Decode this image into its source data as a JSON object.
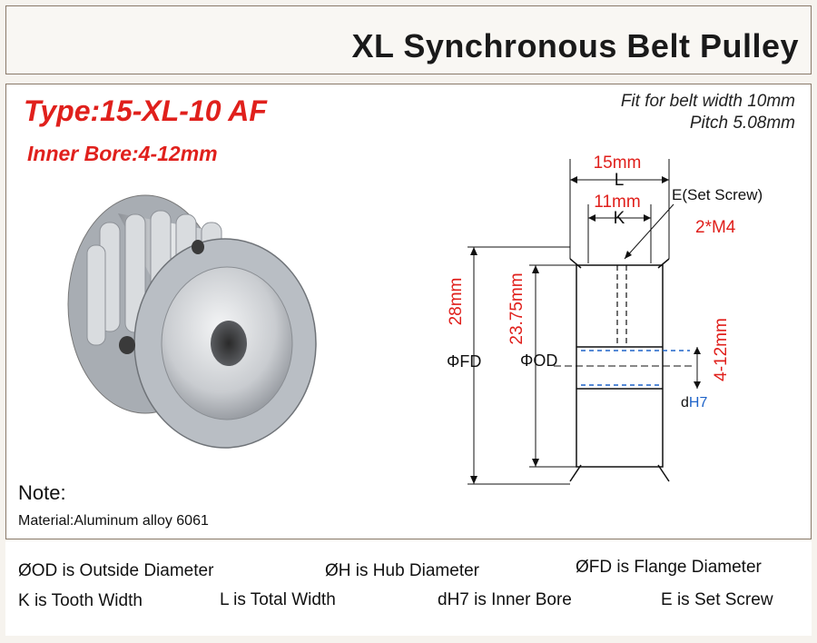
{
  "title": "XL Synchronous Belt Pulley",
  "type_label": "Type:15-XL-10 AF",
  "bore_label": "Inner Bore:4-12mm",
  "fit": {
    "belt_width": "Fit for belt width 10mm",
    "pitch": "Pitch 5.08mm"
  },
  "diagram": {
    "total_width": "15mm",
    "L": "L",
    "tooth_width": "11mm",
    "K": "K",
    "set_screw": "E(Set Screw)",
    "screw_spec": "2*M4",
    "flange_dia": "28mm",
    "fd_symbol": "ΦFD",
    "outside_dia": "23.75mm",
    "od_symbol": "ΦOD",
    "bore_range": "4-12mm",
    "dh7_d": "d",
    "dh7_h7": "H7"
  },
  "note": {
    "title": "Note:",
    "material": "Material:Aluminum alloy 6061"
  },
  "legend": [
    "ØOD is Outside Diameter",
    "ØH is Hub Diameter",
    "ØFD is Flange Diameter",
    "K is Tooth Width",
    "L is Total Width",
    "dH7 is Inner Bore",
    "E is Set Screw"
  ],
  "colors": {
    "accent_red": "#e0201c",
    "blue": "#1e63c8",
    "frame": "#8a7a6a"
  }
}
